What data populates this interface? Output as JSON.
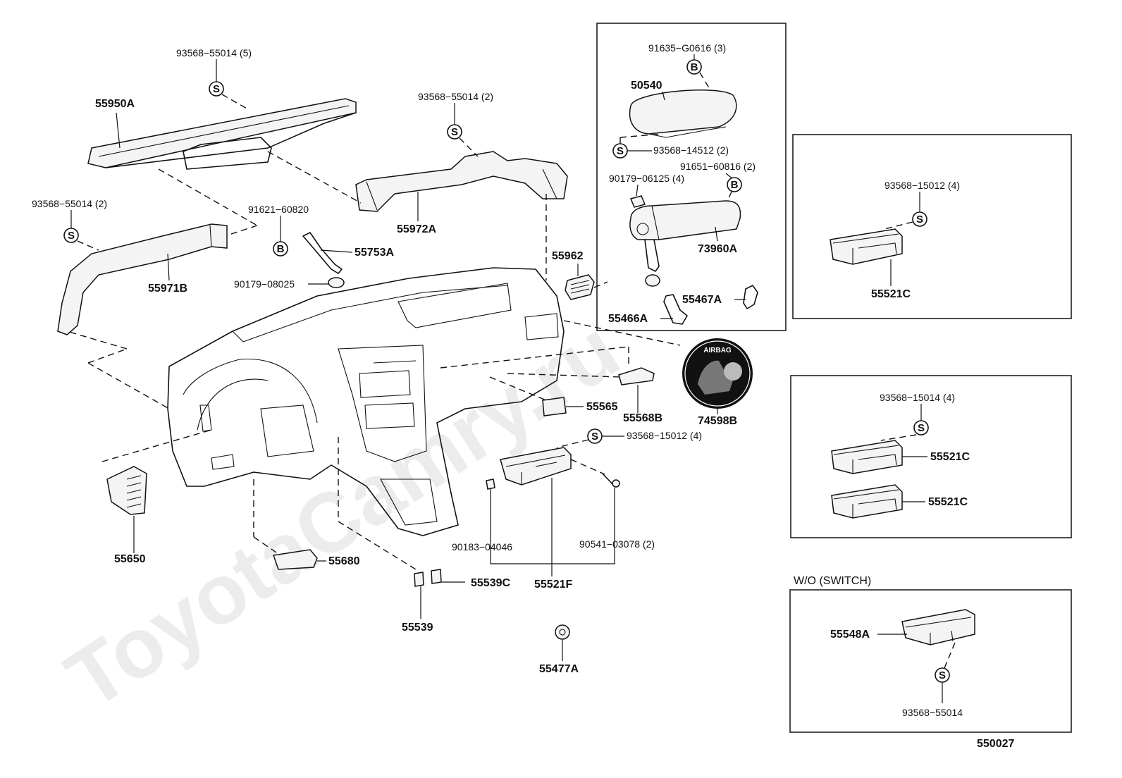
{
  "diagram_code": "550027",
  "watermark": "ToyotaCamry.ru",
  "badge_text": "AIRBAG",
  "box_title_wo_switch": "W/O (SWITCH)",
  "symbols": {
    "screw": "S",
    "bolt": "B"
  },
  "labels": {
    "p55950A": "55950A",
    "f93568_55014_5": "93568−55014 (5)",
    "f93568_55014_2a": "93568−55014 (2)",
    "p55972A": "55972A",
    "f93568_55014_2b": "93568−55014 (2)",
    "p55971B": "55971B",
    "f91621_60820": "91621−60820",
    "p55753A": "55753A",
    "f90179_08025": "90179−08025",
    "p55962": "55962",
    "f91635_G0616_3": "91635−G0616 (3)",
    "p50540": "50540",
    "f93568_14512_2": "93568−14512 (2)",
    "f90179_06125_4": "90179−06125 (4)",
    "f91651_60816_2": "91651−60816 (2)",
    "p73960A": "73960A",
    "p55467A": "55467A",
    "p55466A": "55466A",
    "p74598B": "74598B",
    "p55565": "55565",
    "p55568B": "55568B",
    "f93568_15012_4a": "93568−15012 (4)",
    "p90183_04046": "90183−04046",
    "f90541_03078_2": "90541−03078 (2)",
    "p55521F": "55521F",
    "p55650": "55650",
    "p55680": "55680",
    "p55539C": "55539C",
    "p55539": "55539",
    "p55477A": "55477A",
    "f93568_15012_4b": "93568−15012 (4)",
    "p55521C_a": "55521C",
    "f93568_15014_4": "93568−15014 (4)",
    "p55521C_b": "55521C",
    "p55521C_c": "55521C",
    "p55548A": "55548A",
    "f93568_55014": "93568−55014"
  }
}
